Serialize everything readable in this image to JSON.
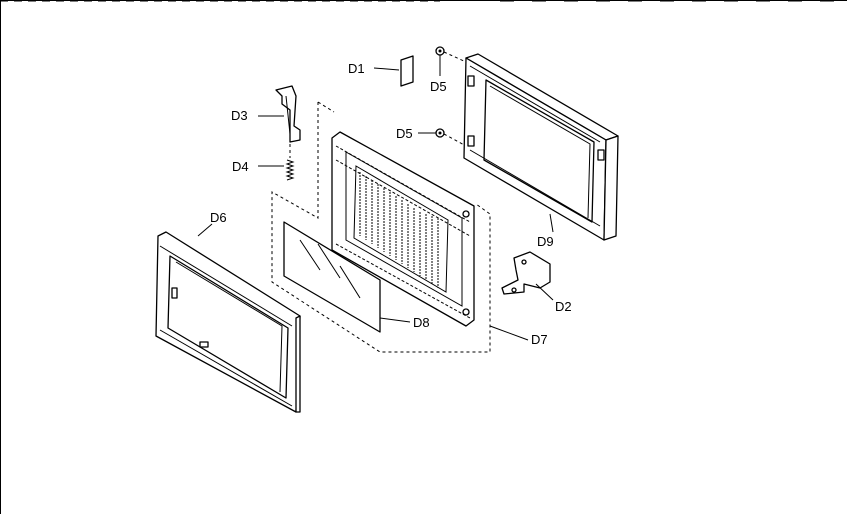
{
  "callouts": {
    "d1": "D1",
    "d2": "D2",
    "d3": "D3",
    "d4": "D4",
    "d5_top": "D5",
    "d5_mid": "D5",
    "d6": "D6",
    "d7": "D7",
    "d8": "D8",
    "d9": "D9"
  }
}
